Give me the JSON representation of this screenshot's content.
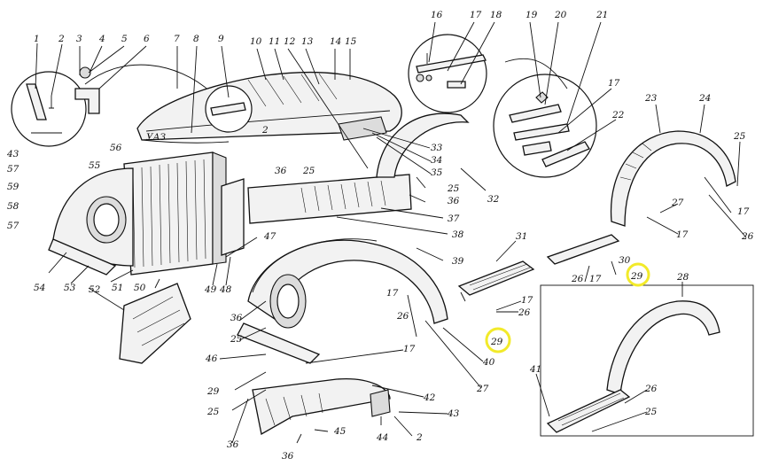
{
  "diagram": {
    "badge_text": "УАЗ",
    "highlight_color": "#f2ea2a",
    "callouts": [
      {
        "id": "c1",
        "text": "1"
      },
      {
        "id": "c2",
        "text": "2"
      },
      {
        "id": "c3",
        "text": "3"
      },
      {
        "id": "c4",
        "text": "4"
      },
      {
        "id": "c5",
        "text": "5"
      },
      {
        "id": "c6",
        "text": "6"
      },
      {
        "id": "c7",
        "text": "7"
      },
      {
        "id": "c8",
        "text": "8"
      },
      {
        "id": "c9",
        "text": "9"
      },
      {
        "id": "c10",
        "text": "10"
      },
      {
        "id": "c11",
        "text": "11"
      },
      {
        "id": "c12",
        "text": "12"
      },
      {
        "id": "c13",
        "text": "13"
      },
      {
        "id": "c14",
        "text": "14"
      },
      {
        "id": "c15",
        "text": "15"
      },
      {
        "id": "c16",
        "text": "16"
      },
      {
        "id": "c17a",
        "text": "17"
      },
      {
        "id": "c18",
        "text": "18"
      },
      {
        "id": "c19",
        "text": "19"
      },
      {
        "id": "c20",
        "text": "20"
      },
      {
        "id": "c21",
        "text": "21"
      },
      {
        "id": "c17b",
        "text": "17"
      },
      {
        "id": "c22",
        "text": "22"
      },
      {
        "id": "c23",
        "text": "23"
      },
      {
        "id": "c24",
        "text": "24"
      },
      {
        "id": "c25a",
        "text": "25"
      },
      {
        "id": "c43",
        "text": "43"
      },
      {
        "id": "c57a",
        "text": "57"
      },
      {
        "id": "c59",
        "text": "59"
      },
      {
        "id": "c58",
        "text": "58"
      },
      {
        "id": "c57b",
        "text": "57"
      },
      {
        "id": "c2b",
        "text": "2"
      },
      {
        "id": "c56",
        "text": "56"
      },
      {
        "id": "c55",
        "text": "55"
      },
      {
        "id": "c36a",
        "text": "36"
      },
      {
        "id": "c25b",
        "text": "25"
      },
      {
        "id": "c33",
        "text": "33"
      },
      {
        "id": "c34",
        "text": "34"
      },
      {
        "id": "c35",
        "text": "35"
      },
      {
        "id": "c32",
        "text": "32"
      },
      {
        "id": "c25c",
        "text": "25"
      },
      {
        "id": "c36b",
        "text": "36"
      },
      {
        "id": "c37",
        "text": "37"
      },
      {
        "id": "c38",
        "text": "38"
      },
      {
        "id": "c17c",
        "text": "17"
      },
      {
        "id": "c27a",
        "text": "27"
      },
      {
        "id": "c17d",
        "text": "17"
      },
      {
        "id": "c26a",
        "text": "26"
      },
      {
        "id": "c31",
        "text": "31"
      },
      {
        "id": "c47",
        "text": "47"
      },
      {
        "id": "c39",
        "text": "39"
      },
      {
        "id": "c54",
        "text": "54"
      },
      {
        "id": "c53",
        "text": "53"
      },
      {
        "id": "c51",
        "text": "51"
      },
      {
        "id": "c50",
        "text": "50"
      },
      {
        "id": "c49",
        "text": "49"
      },
      {
        "id": "c48",
        "text": "48"
      },
      {
        "id": "c52",
        "text": "52"
      },
      {
        "id": "c36c",
        "text": "36"
      },
      {
        "id": "c25d",
        "text": "25"
      },
      {
        "id": "c17e",
        "text": "17"
      },
      {
        "id": "c26b",
        "text": "26"
      },
      {
        "id": "c30",
        "text": "30"
      },
      {
        "id": "c26c",
        "text": "26"
      },
      {
        "id": "c17f",
        "text": "17"
      },
      {
        "id": "c29a",
        "text": "29"
      },
      {
        "id": "c28",
        "text": "28"
      },
      {
        "id": "c17g",
        "text": "17"
      },
      {
        "id": "c26d",
        "text": "26"
      },
      {
        "id": "c29b",
        "text": "29"
      },
      {
        "id": "c40",
        "text": "40"
      },
      {
        "id": "c27b",
        "text": "27"
      },
      {
        "id": "c46",
        "text": "46"
      },
      {
        "id": "c17h",
        "text": "17"
      },
      {
        "id": "c29c",
        "text": "29"
      },
      {
        "id": "c25e",
        "text": "25"
      },
      {
        "id": "c42",
        "text": "42"
      },
      {
        "id": "c43b",
        "text": "43"
      },
      {
        "id": "c44",
        "text": "44"
      },
      {
        "id": "c2c",
        "text": "2"
      },
      {
        "id": "c36d",
        "text": "36"
      },
      {
        "id": "c45",
        "text": "45"
      },
      {
        "id": "c36e",
        "text": "36"
      },
      {
        "id": "c41",
        "text": "41"
      },
      {
        "id": "c26e",
        "text": "26"
      },
      {
        "id": "c25f",
        "text": "25"
      }
    ]
  }
}
